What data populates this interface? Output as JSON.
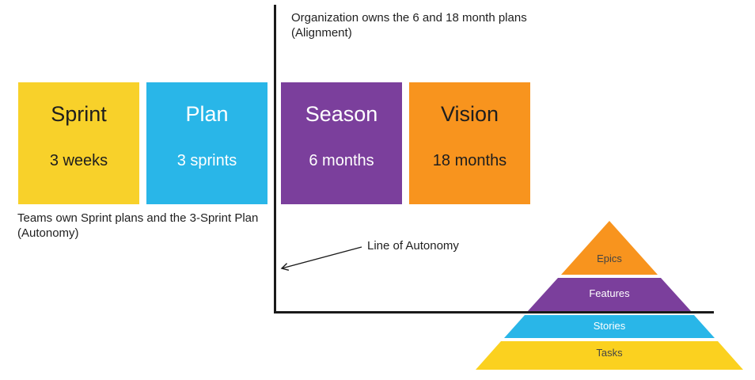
{
  "annotations": {
    "alignment_line1": "Organization owns the 6 and 18 month plans",
    "alignment_line2": "(Alignment)",
    "autonomy_line1": "Teams own Sprint plans and the 3-Sprint Plan",
    "autonomy_line2": "(Autonomy)",
    "line_of_autonomy_label": "Line of Autonomy"
  },
  "boxes": [
    {
      "title": "Sprint",
      "subtitle": "3 weeks",
      "color": "#F8D12A",
      "text_color": "#1E1E1E"
    },
    {
      "title": "Plan",
      "subtitle": "3 sprints",
      "color": "#29B6E8",
      "text_color": "#FFFFFF"
    },
    {
      "title": "Season",
      "subtitle": "6 months",
      "color": "#7B3F9C",
      "text_color": "#FFFFFF"
    },
    {
      "title": "Vision",
      "subtitle": "18 months",
      "color": "#F8941E",
      "text_color": "#1E1E1E"
    }
  ],
  "pyramid": {
    "layers": [
      {
        "label": "Epics",
        "color": "#F8941E",
        "text_color": "#444444"
      },
      {
        "label": "Features",
        "color": "#7B3F9C",
        "text_color": "#FFFFFF"
      },
      {
        "label": "Stories",
        "color": "#29B6E8",
        "text_color": "#FFFFFF"
      },
      {
        "label": "Tasks",
        "color": "#FBD11F",
        "text_color": "#444444"
      }
    ]
  },
  "line_color": "#1A1A1A"
}
